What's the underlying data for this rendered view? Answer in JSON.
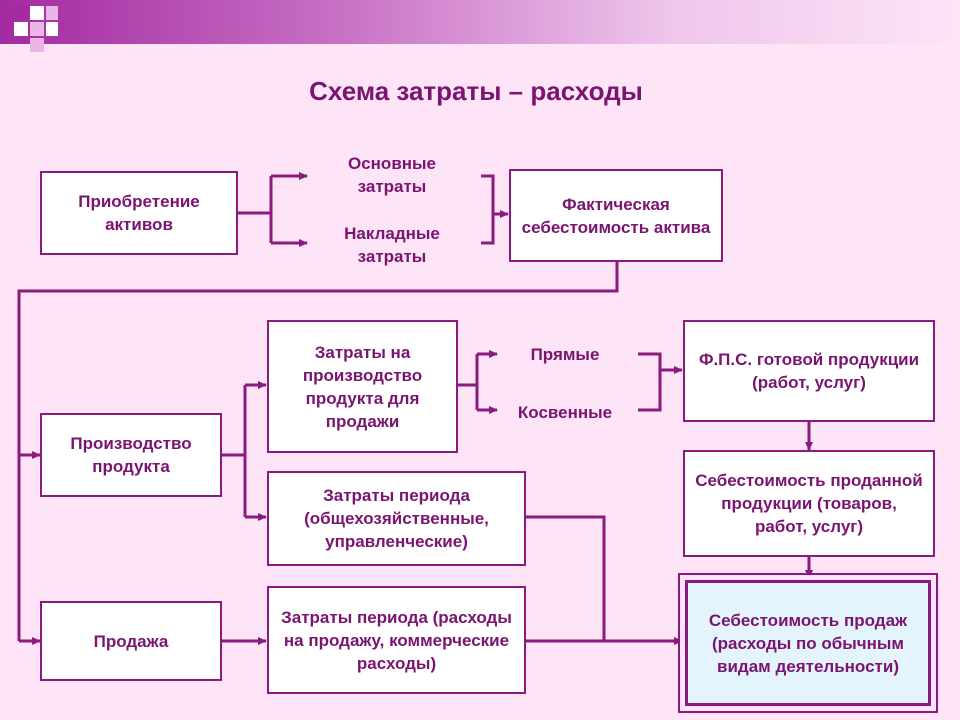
{
  "title": "Схема затраты – расходы",
  "colors": {
    "accent": "#8a1a7e",
    "background": "#fde4f7",
    "highlight_box": "#e4f4fc"
  },
  "nodes": {
    "acquisition": "Приобретение активов",
    "main_costs": "Основные затраты",
    "overhead_costs": "Накладные затраты",
    "actual_cost_asset": "Фактическая себестоимость актива",
    "production": "Производство продукта",
    "production_costs": "Затраты на производство продукта для продажи",
    "direct": "Прямые",
    "indirect": "Косвенные",
    "fps_finished": "Ф.П.С. готовой продукции (работ, услуг)",
    "cost_sold": "Себестоимость проданной продукции (товаров, работ, услуг)",
    "period_costs_admin": "Затраты периода (общехозяйственные, управленческие)",
    "sale": "Продажа",
    "period_costs_selling": "Затраты периода (расходы на продажу, коммерческие расходы)",
    "cost_of_sales": "Себестоимость продаж (расходы по обычным видам деятельности)"
  }
}
